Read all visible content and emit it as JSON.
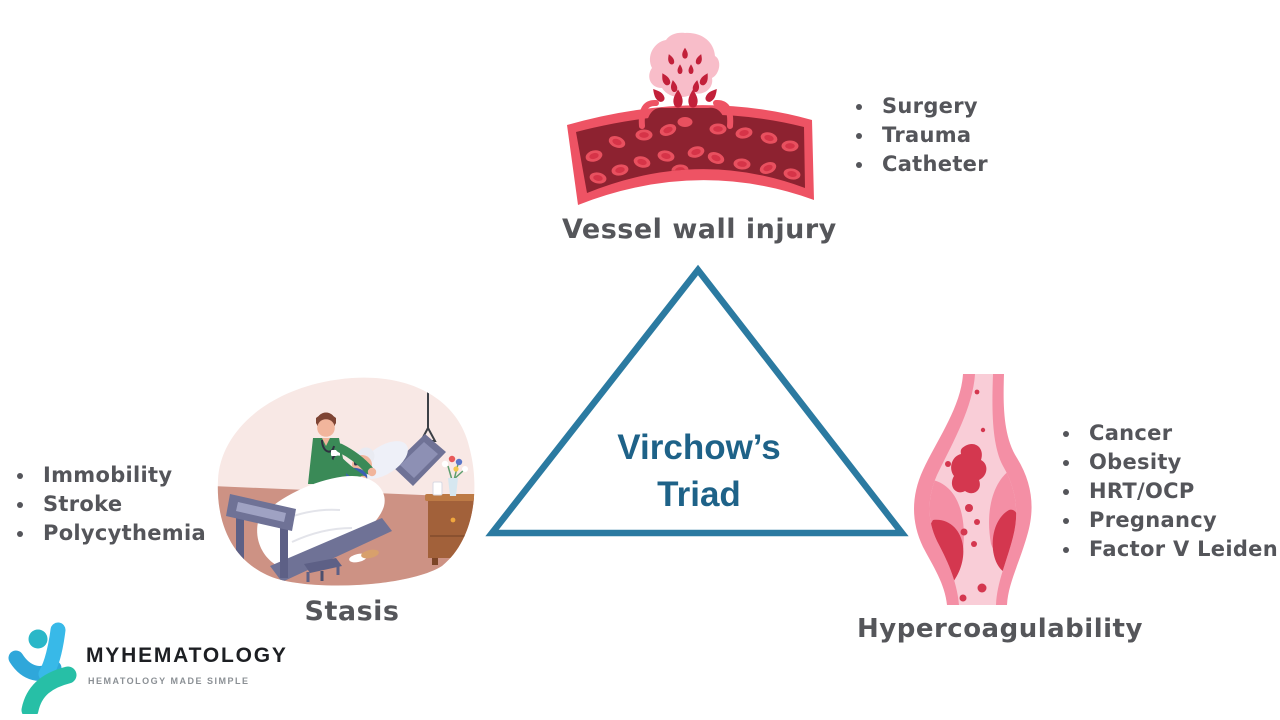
{
  "triad": {
    "title_line1": "Virchow’s",
    "title_line2": "Triad"
  },
  "vessel_wall_injury": {
    "label": "Vessel wall injury",
    "causes": [
      "Surgery",
      "Trauma",
      "Catheter"
    ]
  },
  "stasis": {
    "label": "Stasis",
    "causes": [
      "Immobility",
      "Stroke",
      "Polycythemia"
    ]
  },
  "hypercoagulability": {
    "label": "Hypercoagulability",
    "causes": [
      "Cancer",
      "Obesity",
      "HRT/OCP",
      "Pregnancy",
      "Factor V Leiden"
    ]
  },
  "logo": {
    "name": "MYHEMATOLOGY",
    "tagline": "HEMATOLOGY MADE SIMPLE"
  },
  "colors": {
    "triangle_stroke": "#2b7aa1",
    "title_text": "#1e6288",
    "label_text": "#55565a",
    "list_text": "#54555a",
    "vessel_rim_red": "#ee5364",
    "vessel_dark_red": "#8d2230",
    "blood_cell_red": "#e8505f",
    "droplet_red": "#c2203a",
    "burst_pink": "#f8bdc9",
    "vein_pink": "#f48fa5",
    "vein_lumen_pink": "#f9cdd7",
    "clot_red": "#d4374f",
    "logo_cyan": "#2fa7da",
    "logo_teal": "#27bfa6"
  }
}
